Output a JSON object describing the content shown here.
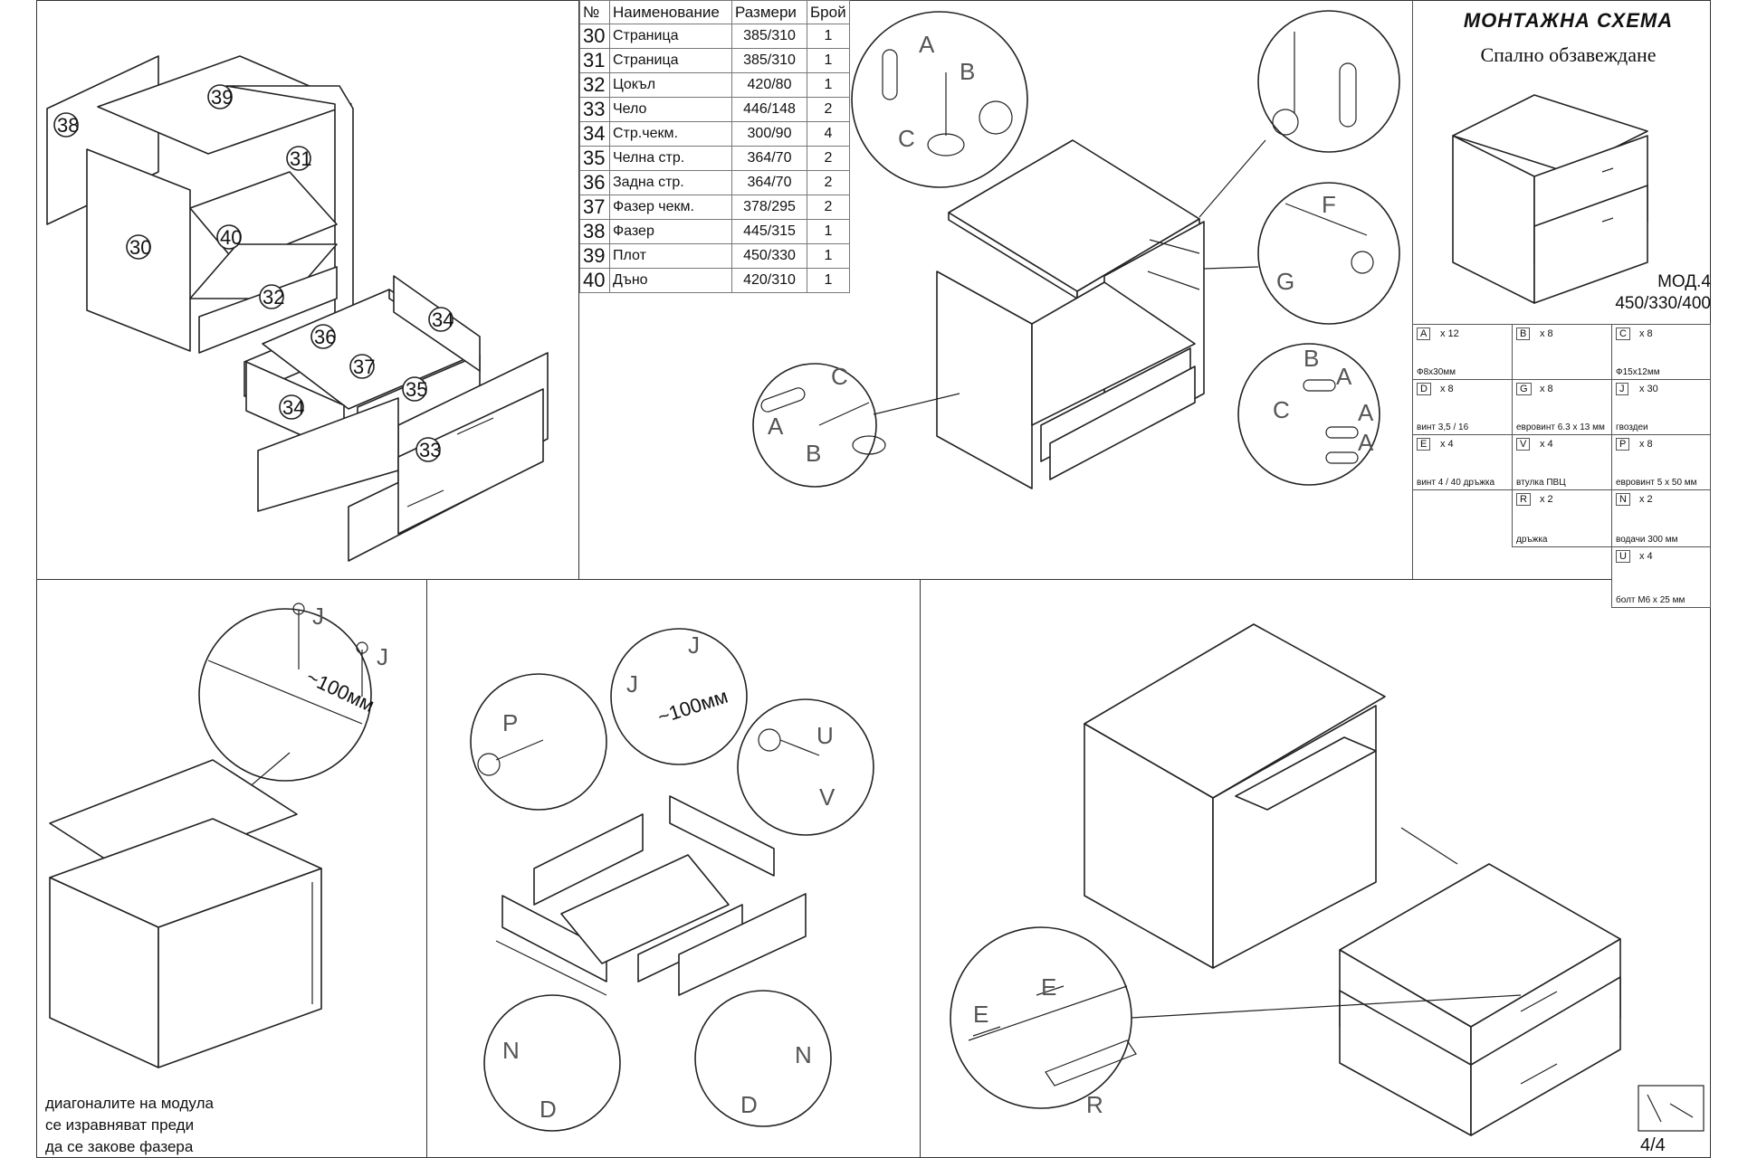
{
  "table": {
    "headers": [
      "№",
      "Наименование",
      "Размери",
      "Брой"
    ],
    "rows": [
      {
        "no": "30",
        "name": "Страница",
        "size": "385/310",
        "qty": "1"
      },
      {
        "no": "31",
        "name": "Страница",
        "size": "385/310",
        "qty": "1"
      },
      {
        "no": "32",
        "name": "Цокъл",
        "size": "420/80",
        "qty": "1"
      },
      {
        "no": "33",
        "name": "Чело",
        "size": "446/148",
        "qty": "2"
      },
      {
        "no": "34",
        "name": "Стр.чекм.",
        "size": "300/90",
        "qty": "4"
      },
      {
        "no": "35",
        "name": "Челна стр.",
        "size": "364/70",
        "qty": "2"
      },
      {
        "no": "36",
        "name": "Задна стр.",
        "size": "364/70",
        "qty": "2"
      },
      {
        "no": "37",
        "name": "Фазер чекм.",
        "size": "378/295",
        "qty": "2"
      },
      {
        "no": "38",
        "name": "Фазер",
        "size": "445/315",
        "qty": "1"
      },
      {
        "no": "39",
        "name": "Плот",
        "size": "450/330",
        "qty": "1"
      },
      {
        "no": "40",
        "name": "Дъно",
        "size": "420/310",
        "qty": "1"
      }
    ]
  },
  "title": {
    "main": "МОНТАЖНА СХЕМА",
    "sub": "Спално обзавеждане"
  },
  "model": {
    "name": "МОД.4",
    "dims": "450/330/400"
  },
  "hardware": [
    {
      "letter": "A",
      "count": "x 12",
      "desc": "Ф8х30мм"
    },
    {
      "letter": "B",
      "count": "x 8",
      "desc": ""
    },
    {
      "letter": "C",
      "count": "x 8",
      "desc": "Ф15х12мм"
    },
    {
      "letter": "D",
      "count": "x 8",
      "desc": "винт 3,5 / 16"
    },
    {
      "letter": "G",
      "count": "x 8",
      "desc": "евровинт 6.3 x 13 мм"
    },
    {
      "letter": "J",
      "count": "x 30",
      "desc": "гвоздеи"
    },
    {
      "letter": "E",
      "count": "x 4",
      "desc": "винт 4 / 40 дръжка"
    },
    {
      "letter": "V",
      "count": "x 4",
      "desc": "втулка ПВЦ"
    },
    {
      "letter": "P",
      "count": "x 8",
      "desc": "евровинт 5 x 50 мм"
    },
    {
      "letter": "R",
      "count": "x 2",
      "desc": "дръжка"
    },
    {
      "letter": "N",
      "count": "x 2",
      "desc": "водачи 300 мм"
    },
    {
      "letter": "U",
      "count": "x 4",
      "desc": "болт М6 x 25 мм"
    }
  ],
  "part_labels": [
    "39",
    "38",
    "31",
    "30",
    "40",
    "32",
    "36",
    "34",
    "37",
    "35",
    "34",
    "33"
  ],
  "detail_letters": {
    "top_a": "A",
    "top_b": "B",
    "top_c": "C",
    "left_c": "C",
    "left_a": "A",
    "left_b": "B",
    "right_f": "F",
    "right_g": "G",
    "rb_b": "B",
    "rb_c": "C",
    "rb_a1": "A",
    "rb_a2": "A",
    "rb_a3": "A",
    "nail_j1": "J",
    "nail_j2": "J",
    "drw_p": "P",
    "drw_j1": "J",
    "drw_j2": "J",
    "drw_u": "U",
    "drw_v": "V",
    "drw_n1": "N",
    "drw_d1": "D",
    "drw_n2": "N",
    "drw_d2": "D",
    "fin_e1": "E",
    "fin_e2": "E",
    "fin_r": "R"
  },
  "measure_1": "~100мм",
  "measure_2": "~100мм",
  "note": {
    "line1": "диагоналите на модула",
    "line2": "се изравняват преди",
    "line3": "да се закове фазера"
  },
  "page_number": "4/4"
}
